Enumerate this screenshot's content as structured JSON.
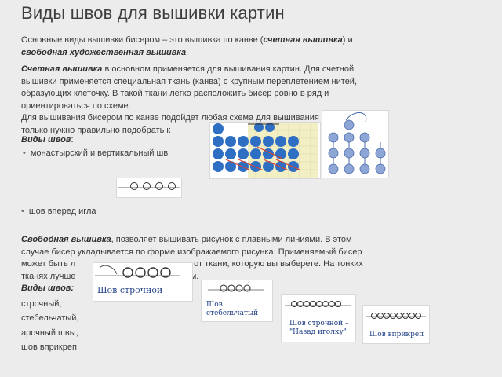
{
  "title": "Виды швов для вышивки картин",
  "intro": {
    "p1": "Основные виды вышивки бисером – это вышивка по канве (",
    "em1": "счетная вышивка",
    "p2": ") и",
    "em2": "свободная художественная вышивка",
    "p3": "."
  },
  "counted": {
    "term": "Счетная вышивка",
    "line1": " в основном применяется для вышивания картин. Для счетной",
    "line2": "вышивки применяется специальная ткань (канва) с крупным переплетением нитей,",
    "line3": "образующих клеточку. В такой ткани легко расположить бисер ровно в ряд и",
    "line4": "ориентироваться по схеме.",
    "line5": "Для вышивания бисером по канве подойдет любая схема для вышивания крестиком,",
    "line6": "только нужно правильно подобрать к"
  },
  "types_label": "Виды швов",
  "types_colon": ":",
  "bullet1": "монастырский и вертикальный шв",
  "bullet2": "шов вперед игла",
  "free": {
    "term": "Свободная вышивка",
    "line1": ", позволяет вышивать рисунок с плавными линиями. В этом",
    "line2": "случае бисер укладывается по форме изображаемого рисунка. Применяемый бисер",
    "line3a": "может быть л",
    "line3b": "зависит от ткани, которую вы выберете. На тонких",
    "line4a": "тканях лучше",
    "line4b": "бисером."
  },
  "types2_label": "Виды швов:",
  "list2": [
    "строчный,",
    "стебельчатый,",
    "арочный швы,",
    "шов вприкреп"
  ],
  "captions": {
    "strochnoy": "Шов строчной",
    "stebel_1": "Шов",
    "stebel_2": "стебельчатый",
    "nazad_1": "Шов строчной –",
    "nazad_2": "\"Назад иголку\"",
    "vprikrep": "Шов вприкреп"
  },
  "colors": {
    "bead": "#2e6fc4",
    "bead_light": "#8ea6d6",
    "thread": "#e0402a",
    "canvas": "#f3efc5"
  }
}
